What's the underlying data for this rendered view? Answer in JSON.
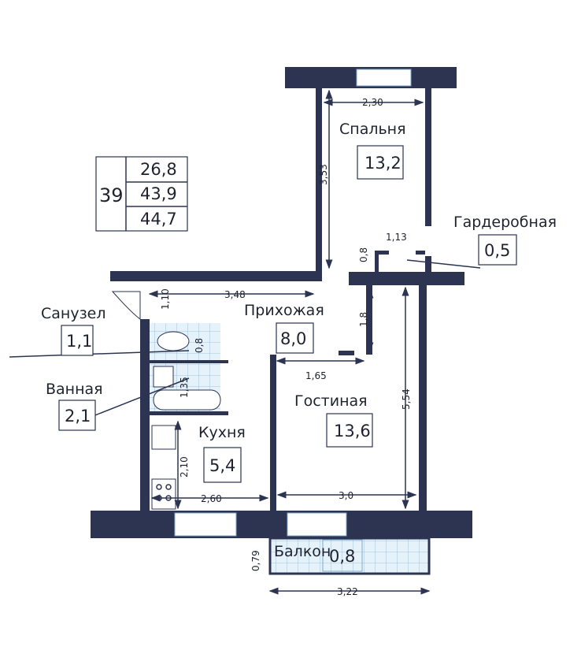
{
  "summary": {
    "apartment_number": "39",
    "living_area": "26,8",
    "total_area_1": "43,9",
    "total_area_2": "44,7"
  },
  "rooms": {
    "bedroom": {
      "name": "Спальня",
      "area": "13,2"
    },
    "wardrobe": {
      "name": "Гардеробная",
      "area": "0,5"
    },
    "wc": {
      "name": "Санузел",
      "area": "1,1"
    },
    "bathroom": {
      "name": "Ванная",
      "area": "2,1"
    },
    "hallway": {
      "name": "Прихожая",
      "area": "8,0"
    },
    "living": {
      "name": "Гостиная",
      "area": "13,6"
    },
    "kitchen": {
      "name": "Кухня",
      "area": "5,4"
    },
    "balcony": {
      "name": "Балкон",
      "area": "0,8"
    }
  },
  "dimensions": {
    "bedroom_width": "2,30",
    "bedroom_length": "3,53",
    "wardrobe_width": "1,13",
    "wardrobe_depth": "0,8",
    "hall_length": "3,48",
    "hall_width": "1,10",
    "wc_width": "0,8",
    "bath_length": "1,35",
    "hall_niche_depth": "1,8",
    "hall_niche_width": "1,65",
    "living_length": "5,54",
    "living_width": "3,0",
    "kitchen_length": "2,10",
    "kitchen_width": "2,60",
    "balcony_depth": "0,79",
    "balcony_width": "3,22"
  },
  "colors": {
    "wall": "#2c3451",
    "tile": "#e6f2fa"
  }
}
